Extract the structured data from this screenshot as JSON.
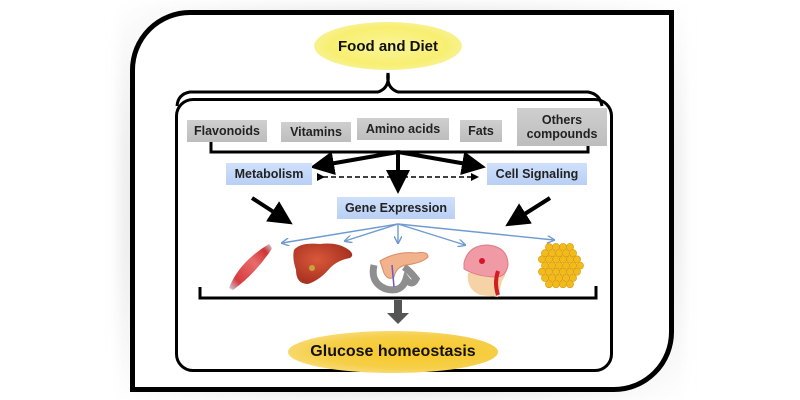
{
  "title": "Food and Diet",
  "nutrients": [
    {
      "label": "Flavonoids"
    },
    {
      "label": "Vitamins"
    },
    {
      "label": "Amino acids"
    },
    {
      "label": "Fats"
    },
    {
      "label": "Others compounds"
    }
  ],
  "processes": {
    "metabolism": "Metabolism",
    "cell_signaling": "Cell Signaling",
    "gene_expression": "Gene Expression"
  },
  "organs": [
    {
      "name": "muscle"
    },
    {
      "name": "liver"
    },
    {
      "name": "pancreas"
    },
    {
      "name": "brain"
    },
    {
      "name": "adipose-tissue"
    }
  ],
  "outcome": "Glucose homeostasis",
  "colors": {
    "food_ellipse": "#f7ef70",
    "glucose_ellipse": "#f9c824",
    "nutrient_box": "#c6c6c6",
    "process_box": "#c3d6f7",
    "organ_arrow": "#6f9bd0"
  }
}
